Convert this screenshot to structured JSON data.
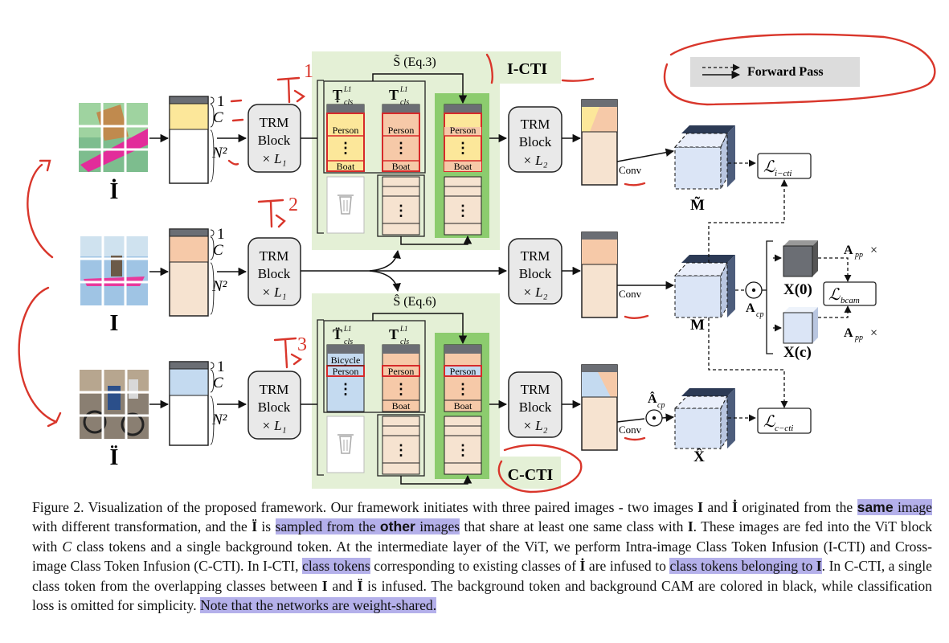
{
  "figure": {
    "images": {
      "top": "İ",
      "middle": "I",
      "bottom": "Ï"
    },
    "token_marks": {
      "one": "1",
      "c": "C",
      "n2": "N²"
    },
    "trm_left": {
      "line1": "TRM",
      "line2": "Block",
      "line3": "× L₁"
    },
    "trm_right": {
      "line1": "TRM",
      "line2": "Block",
      "line3": "× L₂"
    },
    "icti": {
      "label": "I-CTI",
      "s_label": "S̃ (Eq.3)",
      "col1_header": "Ṭ",
      "col2_header": "T",
      "sub": "cls",
      "sup": "L1"
    },
    "ccti": {
      "label": "C-CTI",
      "s_label": "Ŝ (Eq.6)",
      "col1_header": "T̈",
      "col2_header": "T",
      "sub": "cls",
      "sup": "L1"
    },
    "class_names": {
      "person": "Person",
      "boat": "Boat",
      "bicycle": "Bicycle"
    },
    "conv": "Conv",
    "maps": {
      "top": "M̃",
      "middle": "M",
      "bottom": "X̂"
    },
    "losses": {
      "icti": "ℒ",
      "icti_sub": "i−cti",
      "bcam": "ℒ",
      "bcam_sub": "bcam",
      "ccti": "ℒ",
      "ccti_sub": "c−cti"
    },
    "acp": {
      "middle": "A",
      "middle_sub": "cp",
      "bottom": "Â",
      "bottom_sub": "cp"
    },
    "app": {
      "label": "A",
      "sub": "pp",
      "times": "×"
    },
    "x_labels": {
      "x0": "X(0)",
      "xc": "X(c)"
    },
    "legend": {
      "label": "Forward Pass"
    },
    "annotations": {
      "t1": "1",
      "t2": "2",
      "t3": "3"
    },
    "colors": {
      "green_region": "#e4f0d6",
      "green_inner": "#8ccc6e",
      "token_yellow": "#fce79a",
      "token_peach": "#f6c9a8",
      "token_light": "#f6e3d0",
      "token_blue": "#c4daf0",
      "token_dark": "#6b6e74",
      "cube_face": "#dbe5f6",
      "annotation_red": "#d9362b",
      "highlight": "#b4b0ea"
    }
  },
  "caption": {
    "figure_label": "Figure 2.",
    "p1": " Visualization of the proposed framework. Our framework initiates with three paired images - two images ",
    "p2": "I",
    "p3": " and ",
    "p4": "İ",
    "p5": " originated from the ",
    "hl1a": "same",
    "hl1b": " image",
    "p6": " with different transformation, and the ",
    "p7": "Ï",
    "p8": " is ",
    "hl2a": "sampled from the ",
    "hl2b": "other",
    "hl2c": " images",
    "p9": " that share at least one same class with ",
    "p10": "I",
    "p11": ". These images are fed into the ViT block with ",
    "p12": "C",
    "p13": " class tokens and a single background token. At the intermediate layer of the ViT, we perform Intra-image Class Token Infusion (I-CTI) and Cross-image Class Token Infusion (C-CTI). In I-CTI, ",
    "hl3": "class tokens",
    "p14": " corresponding to existing classes of ",
    "p15": "İ",
    "p16": " are infused to ",
    "hl4a": "class tokens belonging to ",
    "hl4b": "I",
    "p17": ". In C-CTI, a single class token from the overlapping classes between ",
    "p18": "I",
    "p19": " and ",
    "p20": "Ï",
    "p21": " is infused. The background token and background CAM are colored in black, while classification loss is omitted for simplicity. ",
    "hl5": "Note that the networks are weight-shared."
  }
}
